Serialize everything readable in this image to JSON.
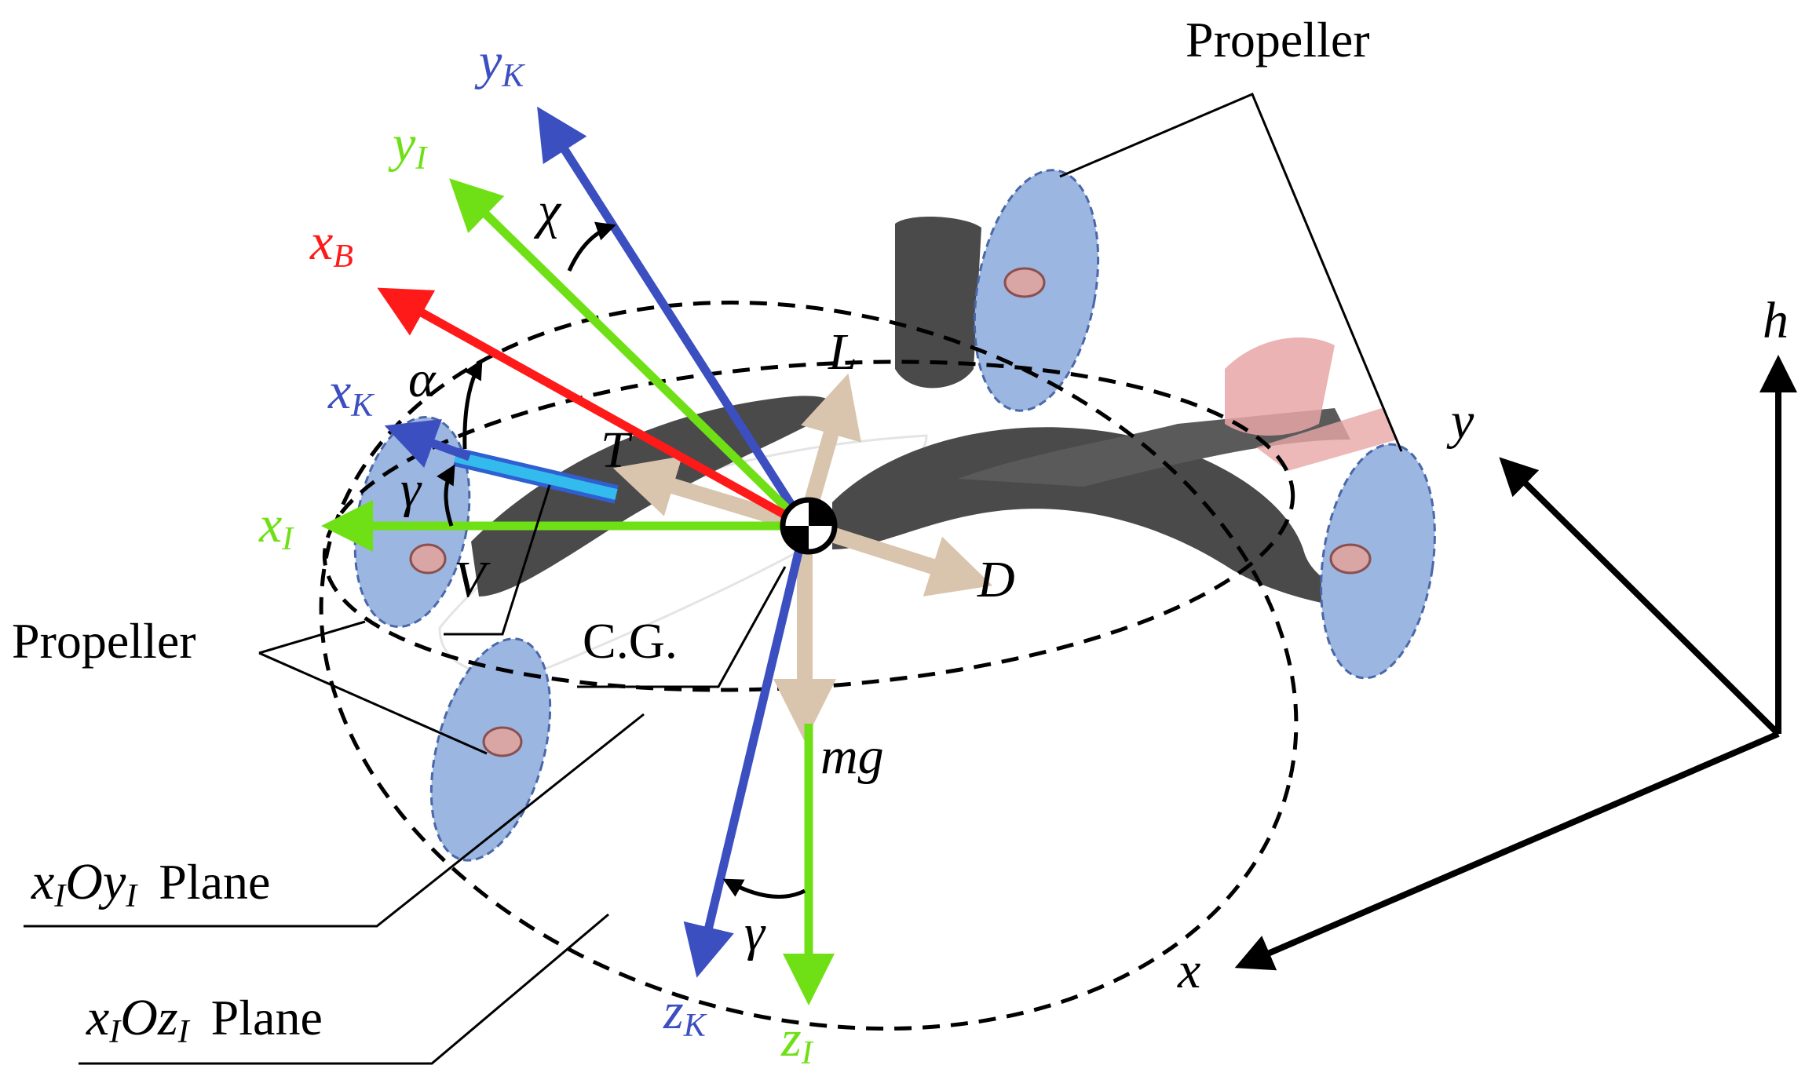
{
  "labels": {
    "propeller_top": "Propeller",
    "propeller_left": "Propeller",
    "cg": "C.G.",
    "plane_xy": {
      "a": "x",
      "a_sub": "I",
      "b": "Oy",
      "b_sub": "I",
      "word": "Plane"
    },
    "plane_xz": {
      "a": "x",
      "a_sub": "I",
      "b": "Oz",
      "b_sub": "I",
      "word": "Plane"
    }
  },
  "vectors": {
    "yK": {
      "main": "y",
      "sub": "K",
      "color": "#3c4fc0"
    },
    "yI": {
      "main": "y",
      "sub": "I",
      "color": "#6fe015"
    },
    "xB": {
      "main": "x",
      "sub": "B",
      "color": "#ff1a1a"
    },
    "xK": {
      "main": "x",
      "sub": "K",
      "color": "#3c4fc0"
    },
    "xI": {
      "main": "x",
      "sub": "I",
      "color": "#6fe015"
    },
    "zK": {
      "main": "z",
      "sub": "K",
      "color": "#3c4fc0"
    },
    "zI": {
      "main": "z",
      "sub": "I",
      "color": "#6fe015"
    }
  },
  "forces": {
    "L": "L",
    "T": "T",
    "D": "D",
    "mg": "mg",
    "V": "V"
  },
  "angles": {
    "chi": "χ",
    "alpha": "α",
    "gamma_left": "γ",
    "gamma_bottom": "γ"
  },
  "ground_axes": {
    "h": "h",
    "y": "y",
    "x": "x"
  },
  "colors": {
    "blue": "#3c4fc0",
    "green": "#6fe015",
    "red": "#ff1a1a",
    "cyan": "#33bbee",
    "force": "#d9c4ae",
    "propeller_fill": "#9bb6e0",
    "aircraft_body": "#4a4a4a",
    "tail_pink": "#e8a6a6"
  }
}
